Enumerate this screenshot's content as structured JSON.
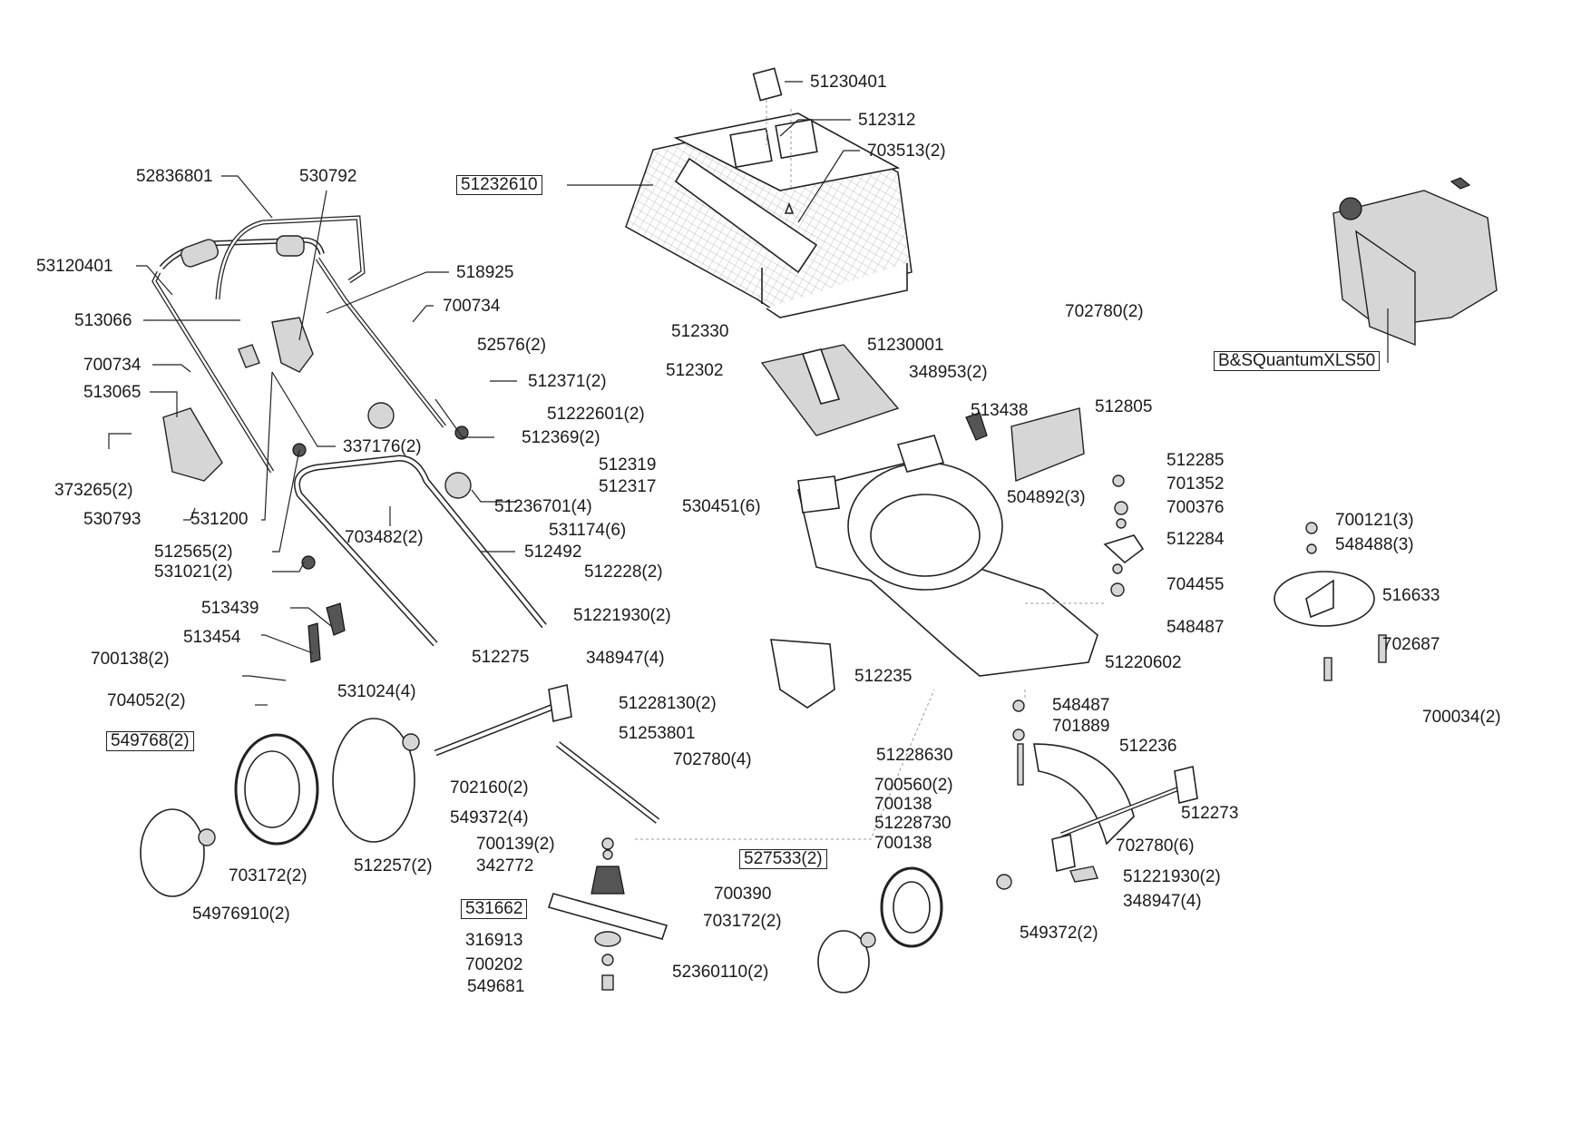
{
  "diagram": {
    "title": "Lawn mower exploded parts diagram",
    "engine_label": "B&SQuantumXLS50",
    "labels": [
      {
        "id": "l01",
        "text": "51230401",
        "boxed": false
      },
      {
        "id": "l02",
        "text": "512312",
        "boxed": false
      },
      {
        "id": "l03",
        "text": "703513(2)",
        "boxed": false
      },
      {
        "id": "l04",
        "text": "51232610",
        "boxed": true
      },
      {
        "id": "l05",
        "text": "52836801",
        "boxed": false
      },
      {
        "id": "l06",
        "text": "530792",
        "boxed": false
      },
      {
        "id": "l07",
        "text": "53120401",
        "boxed": false
      },
      {
        "id": "l08",
        "text": "518925",
        "boxed": false
      },
      {
        "id": "l09",
        "text": "700734",
        "boxed": false
      },
      {
        "id": "l10",
        "text": "513066",
        "boxed": false
      },
      {
        "id": "l11",
        "text": "700734",
        "boxed": false
      },
      {
        "id": "l12",
        "text": "52576(2)",
        "boxed": false
      },
      {
        "id": "l13",
        "text": "513065",
        "boxed": false
      },
      {
        "id": "l14",
        "text": "512371(2)",
        "boxed": false
      },
      {
        "id": "l15",
        "text": "337176(2)",
        "boxed": false
      },
      {
        "id": "l16",
        "text": "512369(2)",
        "boxed": false
      },
      {
        "id": "l17",
        "text": "373265(2)",
        "boxed": false
      },
      {
        "id": "l18",
        "text": "530793",
        "boxed": false
      },
      {
        "id": "l19",
        "text": "531200",
        "boxed": false
      },
      {
        "id": "l20",
        "text": "51236701(4)",
        "boxed": false
      },
      {
        "id": "l21",
        "text": "512565(2)",
        "boxed": false
      },
      {
        "id": "l22",
        "text": "703482(2)",
        "boxed": false
      },
      {
        "id": "l23",
        "text": "512492",
        "boxed": false
      },
      {
        "id": "l24",
        "text": "531021(2)",
        "boxed": false
      },
      {
        "id": "l25",
        "text": "513439",
        "boxed": false
      },
      {
        "id": "l26",
        "text": "513454",
        "boxed": false
      },
      {
        "id": "l27",
        "text": "700138(2)",
        "boxed": false
      },
      {
        "id": "l28",
        "text": "704052(2)",
        "boxed": false
      },
      {
        "id": "l29",
        "text": "512330",
        "boxed": false
      },
      {
        "id": "l30",
        "text": "512302",
        "boxed": false
      },
      {
        "id": "l31",
        "text": "51230001",
        "boxed": false
      },
      {
        "id": "l32",
        "text": "348953(2)",
        "boxed": false
      },
      {
        "id": "l33",
        "text": "702780(2)",
        "boxed": false
      },
      {
        "id": "l34",
        "text": "51222601(2)",
        "boxed": false
      },
      {
        "id": "l35",
        "text": "513438",
        "boxed": false
      },
      {
        "id": "l36",
        "text": "512805",
        "boxed": false
      },
      {
        "id": "l37",
        "text": "512319",
        "boxed": false
      },
      {
        "id": "l38",
        "text": "512317",
        "boxed": false
      },
      {
        "id": "l39",
        "text": "530451(6)",
        "boxed": false
      },
      {
        "id": "l40",
        "text": "531174(6)",
        "boxed": false
      },
      {
        "id": "l41",
        "text": "504892(3)",
        "boxed": false
      },
      {
        "id": "l42",
        "text": "512228(2)",
        "boxed": false
      },
      {
        "id": "l43",
        "text": "51221930(2)",
        "boxed": false
      },
      {
        "id": "l44",
        "text": "348947(4)",
        "boxed": false
      },
      {
        "id": "l45",
        "text": "512285",
        "boxed": false
      },
      {
        "id": "l46",
        "text": "701352",
        "boxed": false
      },
      {
        "id": "l47",
        "text": "700376",
        "boxed": false
      },
      {
        "id": "l48",
        "text": "512284",
        "boxed": false
      },
      {
        "id": "l49",
        "text": "704455",
        "boxed": false
      },
      {
        "id": "l50",
        "text": "548487",
        "boxed": false
      },
      {
        "id": "l51",
        "text": "700121(3)",
        "boxed": false
      },
      {
        "id": "l52",
        "text": "548488(3)",
        "boxed": false
      },
      {
        "id": "l53",
        "text": "516633",
        "boxed": false
      },
      {
        "id": "l54",
        "text": "702687",
        "boxed": false
      },
      {
        "id": "l55",
        "text": "700034(2)",
        "boxed": false
      },
      {
        "id": "l56",
        "text": "512235",
        "boxed": false
      },
      {
        "id": "l57",
        "text": "51220602",
        "boxed": false
      },
      {
        "id": "l58",
        "text": "512275",
        "boxed": false
      },
      {
        "id": "l59",
        "text": "531024(4)",
        "boxed": false
      },
      {
        "id": "l60",
        "text": "51228130(2)",
        "boxed": false
      },
      {
        "id": "l61",
        "text": "51253801",
        "boxed": false
      },
      {
        "id": "l62",
        "text": "549768(2)",
        "boxed": true
      },
      {
        "id": "l63",
        "text": "702780(4)",
        "boxed": false
      },
      {
        "id": "l64",
        "text": "702160(2)",
        "boxed": false
      },
      {
        "id": "l65",
        "text": "549372(4)",
        "boxed": false
      },
      {
        "id": "l66",
        "text": "548487",
        "boxed": false
      },
      {
        "id": "l67",
        "text": "701889",
        "boxed": false
      },
      {
        "id": "l68",
        "text": "512236",
        "boxed": false
      },
      {
        "id": "l69",
        "text": "51228630",
        "boxed": false
      },
      {
        "id": "l70",
        "text": "700560(2)",
        "boxed": false
      },
      {
        "id": "l71",
        "text": "700138",
        "boxed": false
      },
      {
        "id": "l72",
        "text": "51228730",
        "boxed": false
      },
      {
        "id": "l73",
        "text": "700138",
        "boxed": false
      },
      {
        "id": "l74",
        "text": "512273",
        "boxed": false
      },
      {
        "id": "l75",
        "text": "702780(6)",
        "boxed": false
      },
      {
        "id": "l76",
        "text": "700139(2)",
        "boxed": false
      },
      {
        "id": "l77",
        "text": "342772",
        "boxed": false
      },
      {
        "id": "l78",
        "text": "527533(2)",
        "boxed": true
      },
      {
        "id": "l79",
        "text": "51221930(2)",
        "boxed": false
      },
      {
        "id": "l80",
        "text": "703172(2)",
        "boxed": false
      },
      {
        "id": "l81",
        "text": "512257(2)",
        "boxed": false
      },
      {
        "id": "l82",
        "text": "700390",
        "boxed": false
      },
      {
        "id": "l83",
        "text": "348947(4)",
        "boxed": false
      },
      {
        "id": "l84",
        "text": "54976910(2)",
        "boxed": false
      },
      {
        "id": "l85",
        "text": "531662",
        "boxed": true
      },
      {
        "id": "l86",
        "text": "703172(2)",
        "boxed": false
      },
      {
        "id": "l87",
        "text": "316913",
        "boxed": false
      },
      {
        "id": "l88",
        "text": "549372(2)",
        "boxed": false
      },
      {
        "id": "l89",
        "text": "700202",
        "boxed": false
      },
      {
        "id": "l90",
        "text": "52360110(2)",
        "boxed": false
      },
      {
        "id": "l91",
        "text": "549681",
        "boxed": false
      }
    ]
  }
}
